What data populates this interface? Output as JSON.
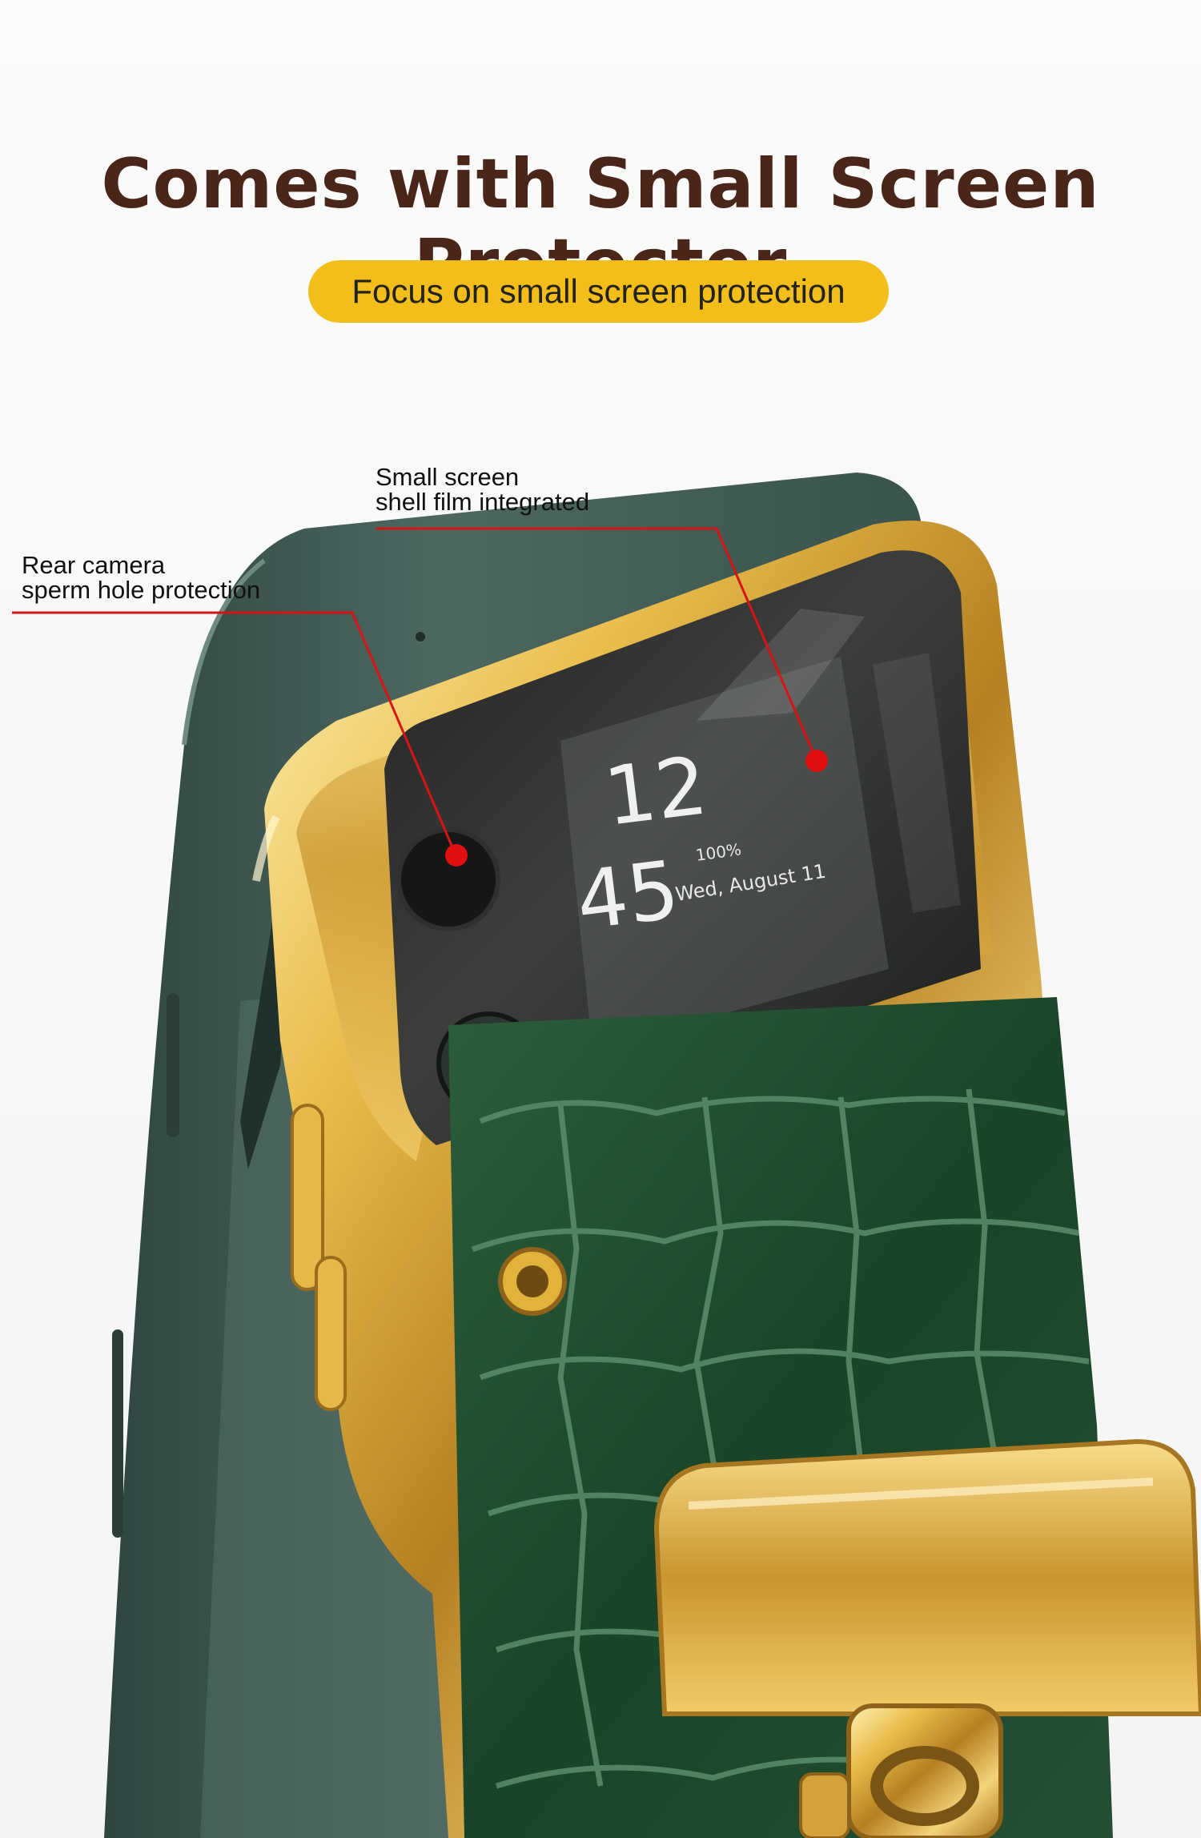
{
  "title": "Comes with Small Screen Protector",
  "subtitle_pill": "Focus on small screen protection",
  "callouts": {
    "shell_film": {
      "line1": "Small screen",
      "line2": "shell film integrated"
    },
    "camera": {
      "line1": "Rear camera",
      "line2": "sperm hole protection"
    }
  },
  "cover_screen": {
    "hour": "12",
    "minute": "45",
    "battery": "100%",
    "date": "Wed, August 11"
  },
  "colors": {
    "title": "#4a261a",
    "pill": "#f4be1a",
    "callout_line": "#d71414",
    "gold_frame": "#e2b23a",
    "phone_body": "#48605a",
    "leather": "#1d4b2e"
  }
}
